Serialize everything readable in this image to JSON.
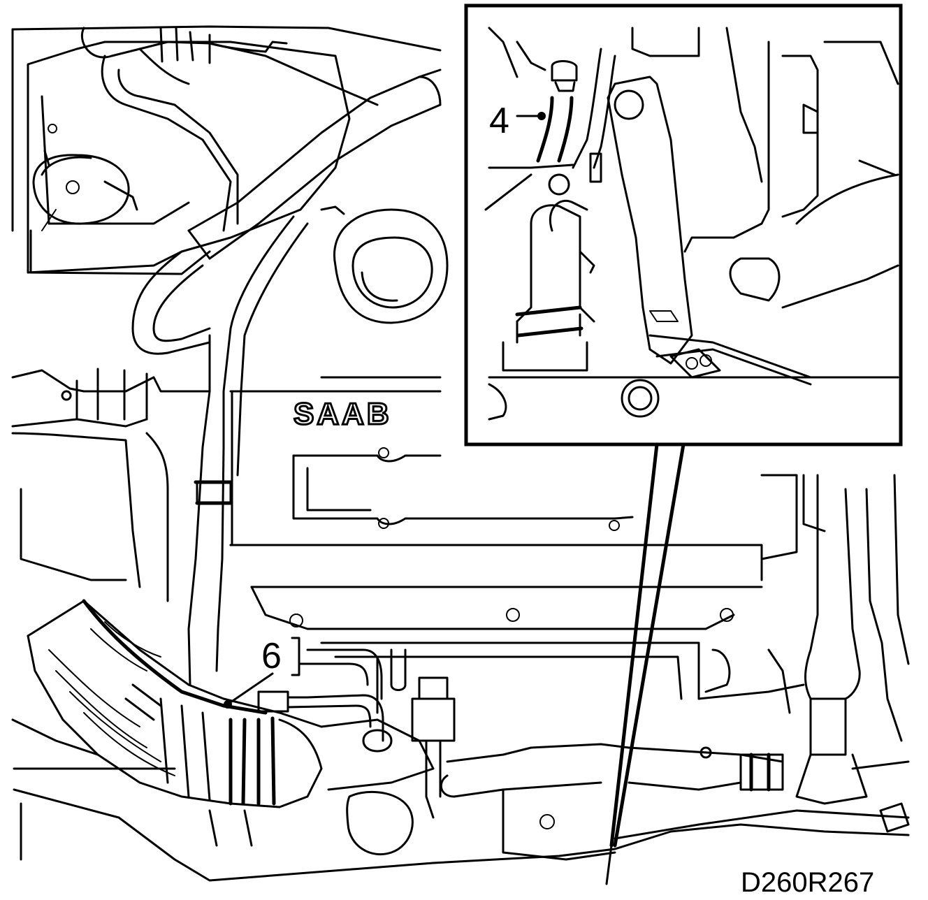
{
  "brand_text": "SAAB",
  "callouts": {
    "inset_part": "4",
    "main_part": "6"
  },
  "figure_reference": "D260R267"
}
